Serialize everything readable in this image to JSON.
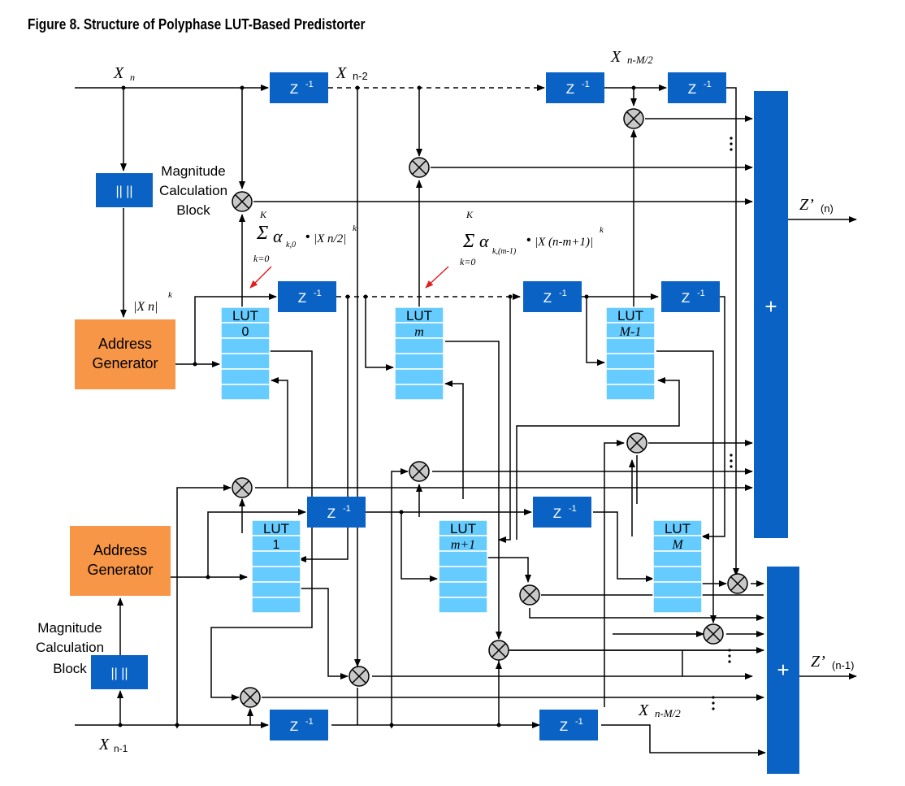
{
  "figure_title": "Figure 8.  Structure of Polyphase LUT-Based Predistorter",
  "delay_label": "Z",
  "delay_exp": "-1",
  "lut_label": "LUT",
  "lut_indices": [
    "0",
    "m",
    "M-1",
    "1",
    "m+1",
    "M"
  ],
  "address_generator": "Address Generator",
  "magnitude_block_label": [
    "Magnitude",
    "Calculation",
    "Block"
  ],
  "magnitude_symbol": "|| ||",
  "adder_symbol": "+",
  "input_even": "X",
  "input_even_sub": "n",
  "input_odd": "X",
  "input_odd_sub": "n-1",
  "tap_x_n2": "n-2",
  "tap_x_nM2": "n-M/2",
  "output_even": "Z’",
  "output_even_sub": "(n)",
  "output_odd": "Z’",
  "output_odd_sub": "(n-1)",
  "abs_xn_k": "|X n|k",
  "sum_upper": "K",
  "sum_lower": "k=0",
  "alpha_sub_0": "k,0",
  "alpha_sub_m": "k,(m-1)",
  "abs_term_0": "X n/2",
  "abs_term_m": "X (n-m+1)",
  "colors": {
    "blue_block": "#0a63c4",
    "lut_cell": "#66ccff",
    "address_gen": "#f79646",
    "line": "#000000",
    "annotation_arrow": "#e02020",
    "multiplier_fill": "#c8c8c8"
  }
}
